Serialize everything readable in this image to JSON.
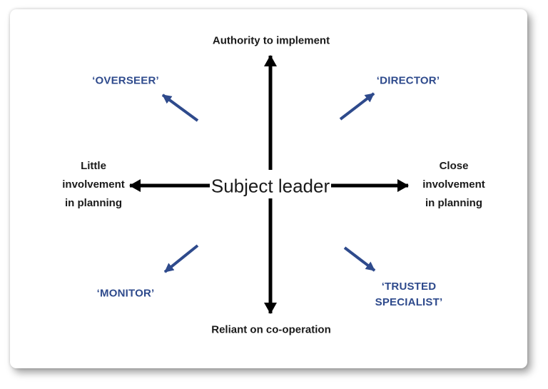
{
  "diagram": {
    "center_label": "Subject leader",
    "axis_top": "Authority to implement",
    "axis_bottom": "Reliant on co-operation",
    "axis_left": [
      "Little",
      "involvement",
      "in planning"
    ],
    "axis_right": [
      "Close",
      "involvement",
      "in planning"
    ],
    "quadrant_top_left": "‘OVERSEER’",
    "quadrant_top_right": "‘DIRECTOR’",
    "quadrant_bottom_left": "‘MONITOR’",
    "quadrant_bottom_right": [
      "‘TRUSTED",
      "SPECIALIST’"
    ],
    "colors": {
      "axis_arrow": "#000000",
      "axis_text": "#1a1a1a",
      "diagonal_arrow": "#2E4A8C",
      "quadrant_text": "#2E4A8C",
      "card_background": "#FFFFFF",
      "page_background": "#FFFFFF"
    }
  }
}
